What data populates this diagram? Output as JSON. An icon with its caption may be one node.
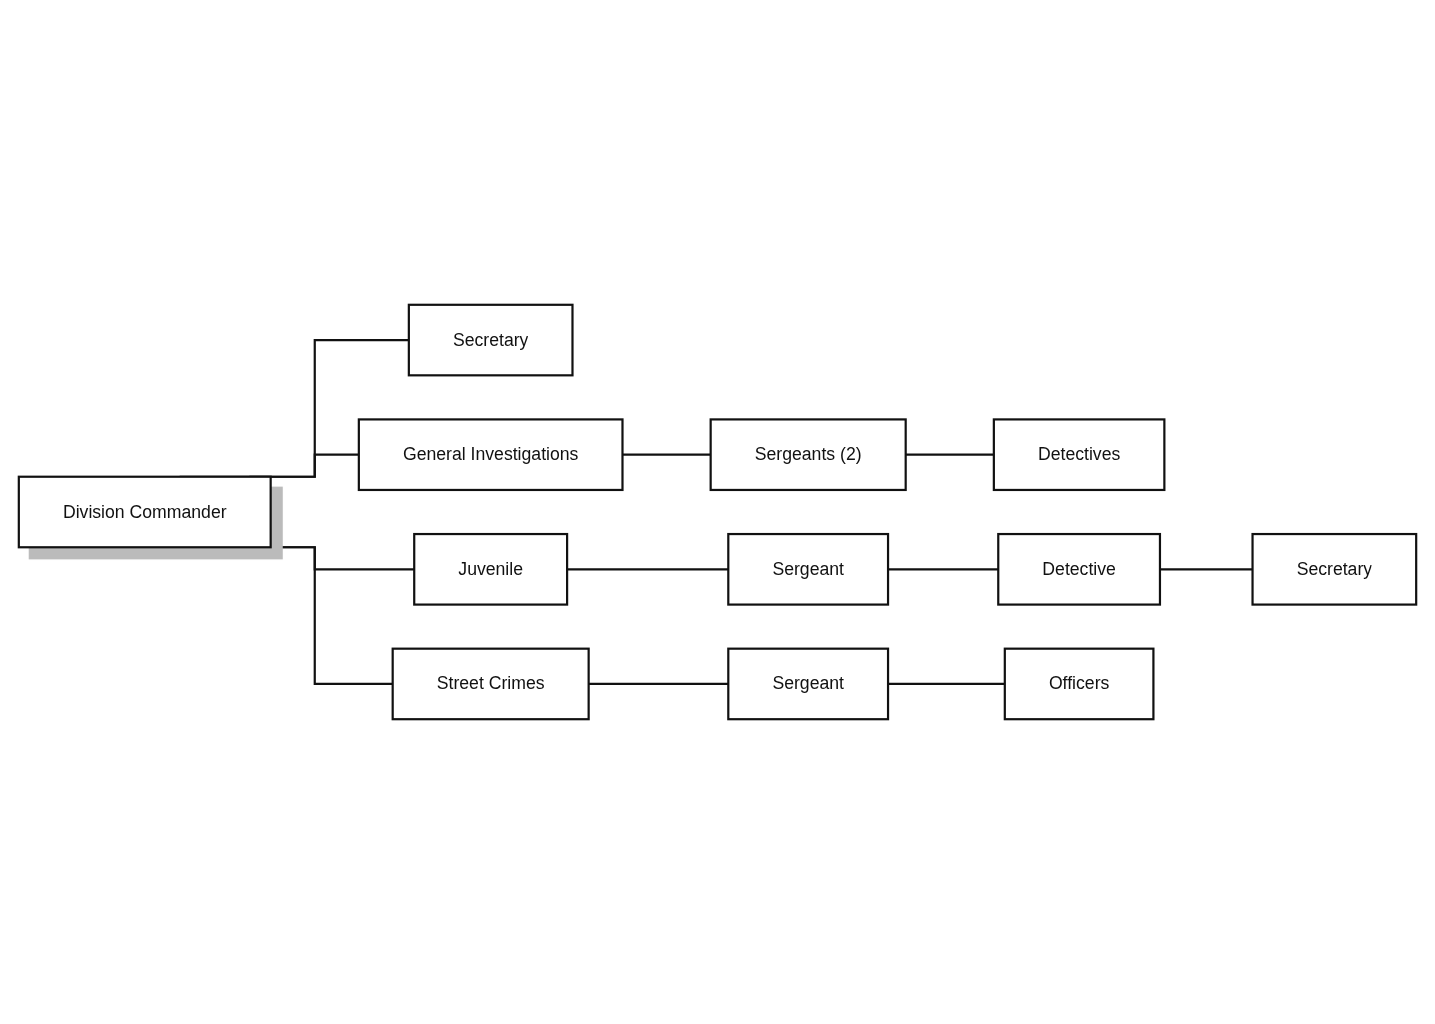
{
  "diagram": {
    "nodes": [
      {
        "text": [
          "Division Commander"
        ]
      },
      {
        "text": [
          "Secretary"
        ]
      },
      {
        "text": [
          "General Investigations"
        ]
      },
      {
        "text": [
          "Sergeants (2)"
        ]
      },
      {
        "text": [
          "Detectives"
        ]
      },
      {
        "text": [
          "Juvenile"
        ]
      },
      {
        "text": [
          "Sergeant"
        ]
      },
      {
        "text": [
          "Detective"
        ]
      },
      {
        "text": [
          "Secretary"
        ]
      },
      {
        "text": [
          "Street Crimes"
        ]
      },
      {
        "text": [
          "Sergeant"
        ]
      },
      {
        "text": [
          "Officers"
        ]
      }
    ],
    "edges": [
      {
        "from": 0,
        "to": 1,
        "arrow": "none"
      },
      {
        "from": 0,
        "to": 2,
        "arrow": "none"
      },
      {
        "from": 0,
        "to": 5,
        "arrow": "none"
      },
      {
        "from": 0,
        "to": 9,
        "arrow": "none"
      },
      {
        "from": 2,
        "to": 3,
        "arrow": "none"
      },
      {
        "from": 3,
        "to": 4,
        "arrow": "none"
      },
      {
        "from": 5,
        "to": 6,
        "arrow": "none"
      },
      {
        "from": 6,
        "to": 7,
        "arrow": "none"
      },
      {
        "from": 7,
        "to": 8,
        "arrow": "none"
      },
      {
        "from": 9,
        "to": 10,
        "arrow": "none"
      },
      {
        "from": 10,
        "to": 11,
        "arrow": "none"
      }
    ]
  }
}
